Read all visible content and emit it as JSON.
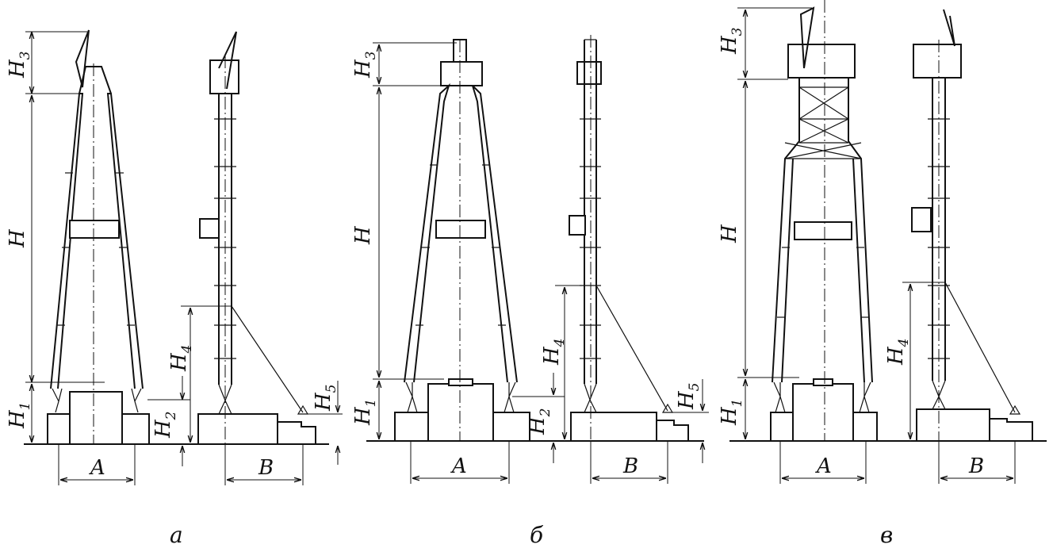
{
  "panels": {
    "a": {
      "caption": "а",
      "dims": {
        "H": "H",
        "H1": "H",
        "H1_sub": "1",
        "H2": "H",
        "H2_sub": "2",
        "H3": "H",
        "H3_sub": "3",
        "H4": "H",
        "H4_sub": "4",
        "A": "A",
        "B": "B"
      }
    },
    "b": {
      "caption": "б",
      "dims": {
        "H": "H",
        "H1": "H",
        "H1_sub": "1",
        "H2": "H",
        "H2_sub": "2",
        "H3": "H",
        "H3_sub": "3",
        "H4": "H",
        "H4_sub": "4",
        "H5": "H",
        "H5_sub": "5",
        "A": "A",
        "B": "B"
      }
    },
    "v": {
      "caption": "в",
      "dims": {
        "H": "H",
        "H1": "H",
        "H1_sub": "1",
        "H3": "H",
        "H3_sub": "3",
        "H4": "H",
        "H4_sub": "4",
        "A": "A",
        "B": "B"
      }
    },
    "a_extra": {
      "H5": "H",
      "H5_sub": "5"
    }
  }
}
